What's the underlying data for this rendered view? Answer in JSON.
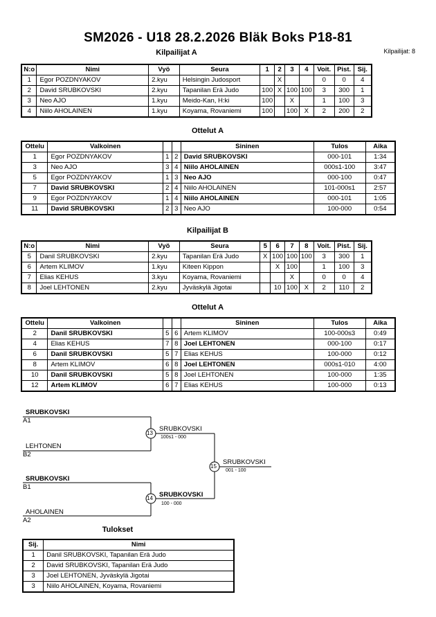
{
  "header": {
    "title": "SM2026 - U18  28.2.2026  Bläk Boks   P18-81",
    "competitor_count": "Kilpailijat: 8"
  },
  "competitors_a": {
    "title": "Kilpailijat A",
    "headers": [
      "N:o",
      "Nimi",
      "Vyö",
      "Seura",
      "1",
      "2",
      "3",
      "4",
      "Voit.",
      "Pist.",
      "Sij."
    ],
    "rows": [
      [
        "1",
        "Egor POZDNYAKOV",
        "2.kyu",
        "Helsingin Judosport",
        "",
        "X",
        "",
        "",
        "0",
        "0",
        "4"
      ],
      [
        "2",
        "David SRUBKOVSKI",
        "2.kyu",
        "Tapanilan Erä Judo",
        "100",
        "X",
        "100",
        "100",
        "3",
        "300",
        "1"
      ],
      [
        "3",
        "Neo AJO",
        "1.kyu",
        "Meido-Kan, H:ki",
        "100",
        "",
        "X",
        "",
        "1",
        "100",
        "3"
      ],
      [
        "4",
        "Niilo AHOLAINEN",
        "1.kyu",
        "Koyama, Rovaniemi",
        "100",
        "",
        "100",
        "X",
        "2",
        "200",
        "2"
      ]
    ]
  },
  "matches_a": {
    "title": "Ottelut A",
    "headers": [
      "Ottelu",
      "Valkoinen",
      "",
      "",
      "Sininen",
      "Tulos",
      "Aika"
    ],
    "rows": [
      {
        "no": "1",
        "white": "Egor POZDNYAKOV",
        "wn": "1",
        "bn": "2",
        "blue": "David SRUBKOVSKI",
        "result": "000-101",
        "time": "1:34",
        "winner": "blue"
      },
      {
        "no": "3",
        "white": "Neo AJO",
        "wn": "3",
        "bn": "4",
        "blue": "Niilo AHOLAINEN",
        "result": "000s1-100",
        "time": "3:47",
        "winner": "blue"
      },
      {
        "no": "5",
        "white": "Egor POZDNYAKOV",
        "wn": "1",
        "bn": "3",
        "blue": "Neo AJO",
        "result": "000-100",
        "time": "0:47",
        "winner": "blue"
      },
      {
        "no": "7",
        "white": "David SRUBKOVSKI",
        "wn": "2",
        "bn": "4",
        "blue": "Niilo AHOLAINEN",
        "result": "101-000s1",
        "time": "2:57",
        "winner": "white"
      },
      {
        "no": "9",
        "white": "Egor POZDNYAKOV",
        "wn": "1",
        "bn": "4",
        "blue": "Niilo AHOLAINEN",
        "result": "000-101",
        "time": "1:05",
        "winner": "blue"
      },
      {
        "no": "11",
        "white": "David SRUBKOVSKI",
        "wn": "2",
        "bn": "3",
        "blue": "Neo AJO",
        "result": "100-000",
        "time": "0:54",
        "winner": "white"
      }
    ]
  },
  "competitors_b": {
    "title": "Kilpailijat B",
    "headers": [
      "N:o",
      "Nimi",
      "Vyö",
      "Seura",
      "5",
      "6",
      "7",
      "8",
      "Voit.",
      "Pist.",
      "Sij."
    ],
    "rows": [
      [
        "5",
        "Danil SRUBKOVSKI",
        "2.kyu",
        "Tapanilan Erä Judo",
        "X",
        "100",
        "100",
        "100",
        "3",
        "300",
        "1"
      ],
      [
        "6",
        "Artem KLIMOV",
        "1.kyu",
        "Kiteen Kippon",
        "",
        "X",
        "100",
        "",
        "1",
        "100",
        "3"
      ],
      [
        "7",
        "Elias KEHUS",
        "3.kyu",
        "Koyama, Rovaniemi",
        "",
        "",
        "X",
        "",
        "0",
        "0",
        "4"
      ],
      [
        "8",
        "Joel LEHTONEN",
        "2.kyu",
        "Jyväskylä Jigotai",
        "",
        "10",
        "100",
        "X",
        "2",
        "110",
        "2"
      ]
    ]
  },
  "matches_b": {
    "title": "Ottelut A",
    "headers": [
      "Ottelu",
      "Valkoinen",
      "",
      "",
      "Sininen",
      "Tulos",
      "Aika"
    ],
    "rows": [
      {
        "no": "2",
        "white": "Danil SRUBKOVSKI",
        "wn": "5",
        "bn": "6",
        "blue": "Artem KLIMOV",
        "result": "100-000s3",
        "time": "0:49",
        "winner": "white"
      },
      {
        "no": "4",
        "white": "Elias KEHUS",
        "wn": "7",
        "bn": "8",
        "blue": "Joel LEHTONEN",
        "result": "000-100",
        "time": "0:17",
        "winner": "blue"
      },
      {
        "no": "6",
        "white": "Danil SRUBKOVSKI",
        "wn": "5",
        "bn": "7",
        "blue": "Elias KEHUS",
        "result": "100-000",
        "time": "0:12",
        "winner": "white"
      },
      {
        "no": "8",
        "white": "Artem KLIMOV",
        "wn": "6",
        "bn": "8",
        "blue": "Joel LEHTONEN",
        "result": "000s1-010",
        "time": "4:00",
        "winner": "blue"
      },
      {
        "no": "10",
        "white": "Danil SRUBKOVSKI",
        "wn": "5",
        "bn": "8",
        "blue": "Joel LEHTONEN",
        "result": "100-000",
        "time": "1:35",
        "winner": "white"
      },
      {
        "no": "12",
        "white": "Artem KLIMOV",
        "wn": "6",
        "bn": "7",
        "blue": "Elias KEHUS",
        "result": "100-000",
        "time": "0:13",
        "winner": "white"
      }
    ]
  },
  "bracket": {
    "s1_top_name": "SRUBKOVSKI",
    "s1_top_seed": "A1",
    "s1_bot_name": "LEHTONEN",
    "s1_bot_seed": "B2",
    "s2_top_name": "SRUBKOVSKI",
    "s2_top_seed": "B1",
    "s2_bot_name": "AHOLAINEN",
    "s2_bot_seed": "A2",
    "m13_no": "13",
    "m13_winner": "SRUBKOVSKI",
    "m13_score": "100s1 - 000",
    "m14_no": "14",
    "m14_winner": "SRUBKOVSKI",
    "m14_score": "100 - 000",
    "m15_no": "15",
    "m15_winner": "SRUBKOVSKI",
    "m15_score": "001 - 100"
  },
  "results": {
    "title": "Tulokset",
    "headers": [
      "Sij.",
      "Nimi"
    ],
    "rows": [
      [
        "1",
        "Danil SRUBKOVSKI, Tapanilan Erä Judo"
      ],
      [
        "2",
        "David SRUBKOVSKI, Tapanilan Erä Judo"
      ],
      [
        "3",
        "Joel LEHTONEN, Jyväskylä Jigotai"
      ],
      [
        "3",
        "Niilo AHOLAINEN, Koyama, Rovaniemi"
      ]
    ]
  }
}
